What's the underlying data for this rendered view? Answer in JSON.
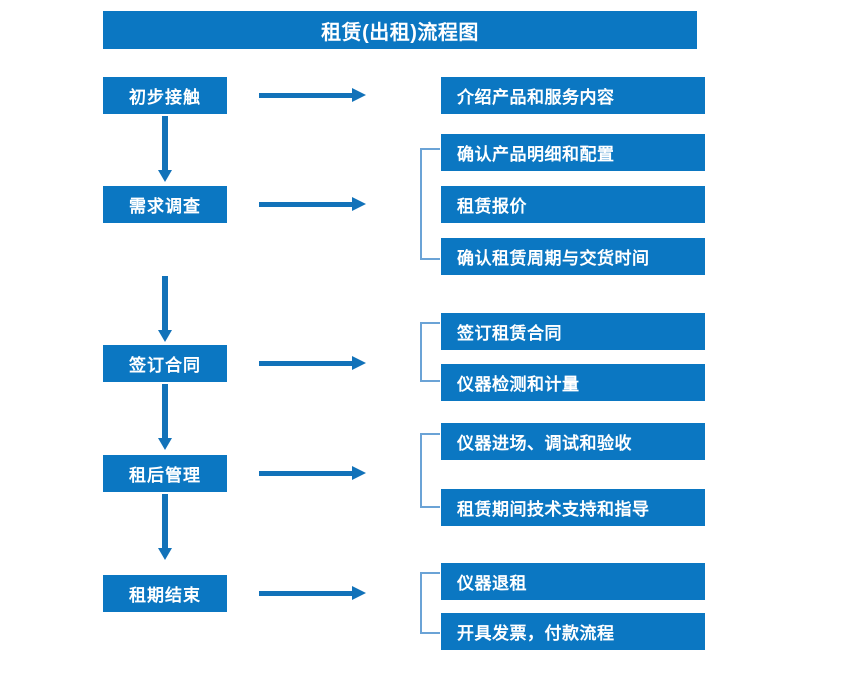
{
  "diagram": {
    "title": "租赁(出租)流程图",
    "colors": {
      "node_fill": "#0b77c2",
      "node_text": "#ffffff",
      "arrow": "#1272b9",
      "bracket": "#6ba3d6",
      "background": "#ffffff"
    },
    "stages": [
      {
        "id": "stage-1",
        "label": "初步接触",
        "arrow_label": "arrow-right",
        "details": [
          "介绍产品和服务内容"
        ],
        "grouped": false
      },
      {
        "id": "stage-2",
        "label": "需求调查",
        "arrow_label": "arrow-right",
        "details": [
          "确认产品明细和配置",
          "租赁报价",
          "确认租赁周期与交货时间"
        ],
        "grouped": true
      },
      {
        "id": "stage-3",
        "label": "签订合同",
        "arrow_label": "arrow-right",
        "details": [
          "签订租赁合同",
          "仪器检测和计量"
        ],
        "grouped": true
      },
      {
        "id": "stage-4",
        "label": "租后管理",
        "arrow_label": "arrow-right",
        "details": [
          "仪器进场、调试和验收",
          "租赁期间技术支持和指导"
        ],
        "grouped": true
      },
      {
        "id": "stage-5",
        "label": "租期结束",
        "arrow_label": "arrow-right",
        "details": [
          "仪器退租",
          "开具发票，付款流程"
        ],
        "grouped": true
      }
    ],
    "flow_connectors": [
      {
        "from": "初步接触",
        "to": "需求调查"
      },
      {
        "from": "需求调查",
        "to": "签订合同"
      },
      {
        "from": "签订合同",
        "to": "租后管理"
      },
      {
        "from": "租后管理",
        "to": "租期结束"
      }
    ]
  }
}
